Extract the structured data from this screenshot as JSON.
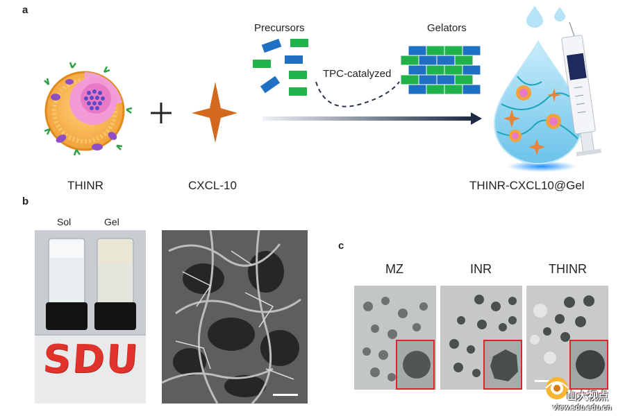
{
  "panels": {
    "a": "a",
    "b": "b",
    "c": "c"
  },
  "panel_a": {
    "thinr_label": "THINR",
    "plus_sign": "+",
    "cxcl_label": "CXCL-10",
    "precursors_label": "Precursors",
    "gelators_label": "Gelators",
    "catalysis_label": "TPC-catalyzed",
    "product_label": "THINR-CXCL10@Gel"
  },
  "panel_b": {
    "sol_label": "Sol",
    "gel_label": "Gel",
    "logo_text": "SDU"
  },
  "panel_c": {
    "tem_labels": [
      "MZ",
      "INR",
      "THINR"
    ]
  },
  "watermark": {
    "name": "山大视点",
    "url": "view.sdu.edu.cn"
  },
  "colors": {
    "block_blue": "#1f6fc2",
    "block_green": "#21b24b",
    "star_orange": "#d2691e",
    "drop_blue": "#8fd3f0",
    "inset_red": "#d8262a",
    "sdu_red": "#e0332b"
  }
}
